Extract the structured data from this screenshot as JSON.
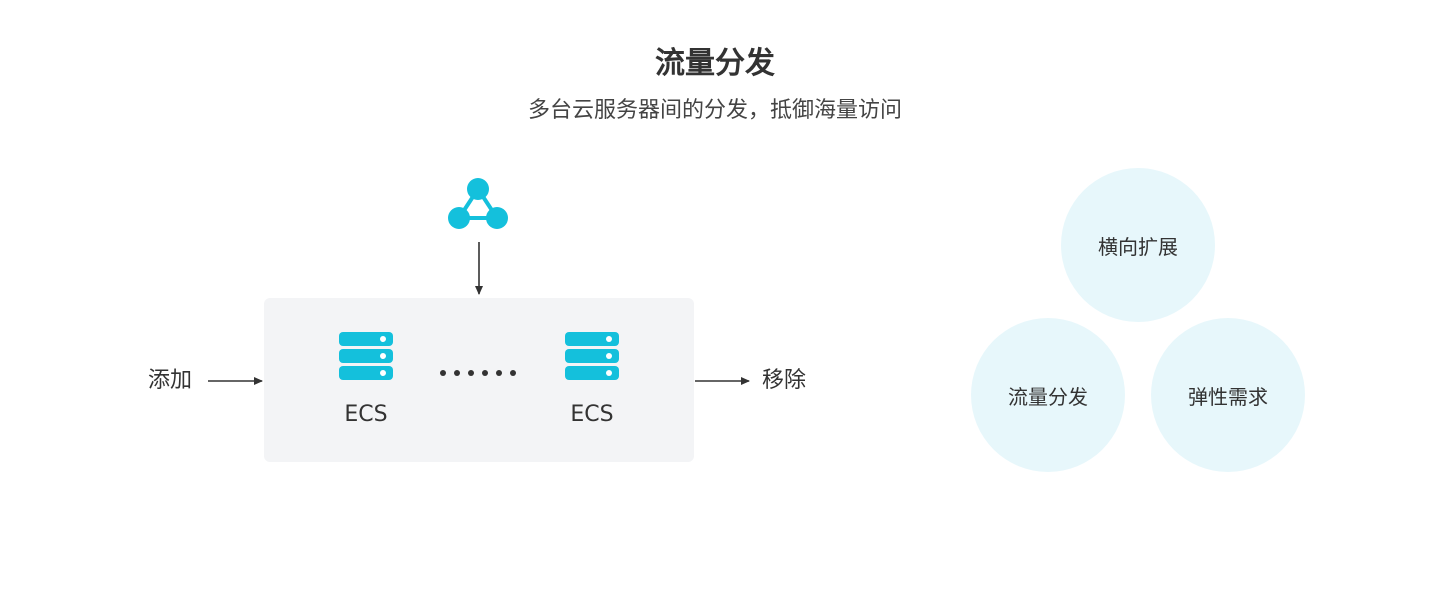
{
  "header": {
    "title": "流量分发",
    "subtitle": "多台云服务器间的分发，抵御海量访问"
  },
  "flow": {
    "add_label": "添加",
    "remove_label": "移除",
    "servers": [
      {
        "label": "ECS"
      },
      {
        "label": "ECS"
      }
    ]
  },
  "features": {
    "items": [
      {
        "label": "横向扩展"
      },
      {
        "label": "流量分发"
      },
      {
        "label": "弹性需求"
      }
    ]
  },
  "colors": {
    "accent": "#14c0dc",
    "box_bg": "#f3f4f6",
    "circle_bg": "#e7f7fb",
    "text": "#333333"
  }
}
